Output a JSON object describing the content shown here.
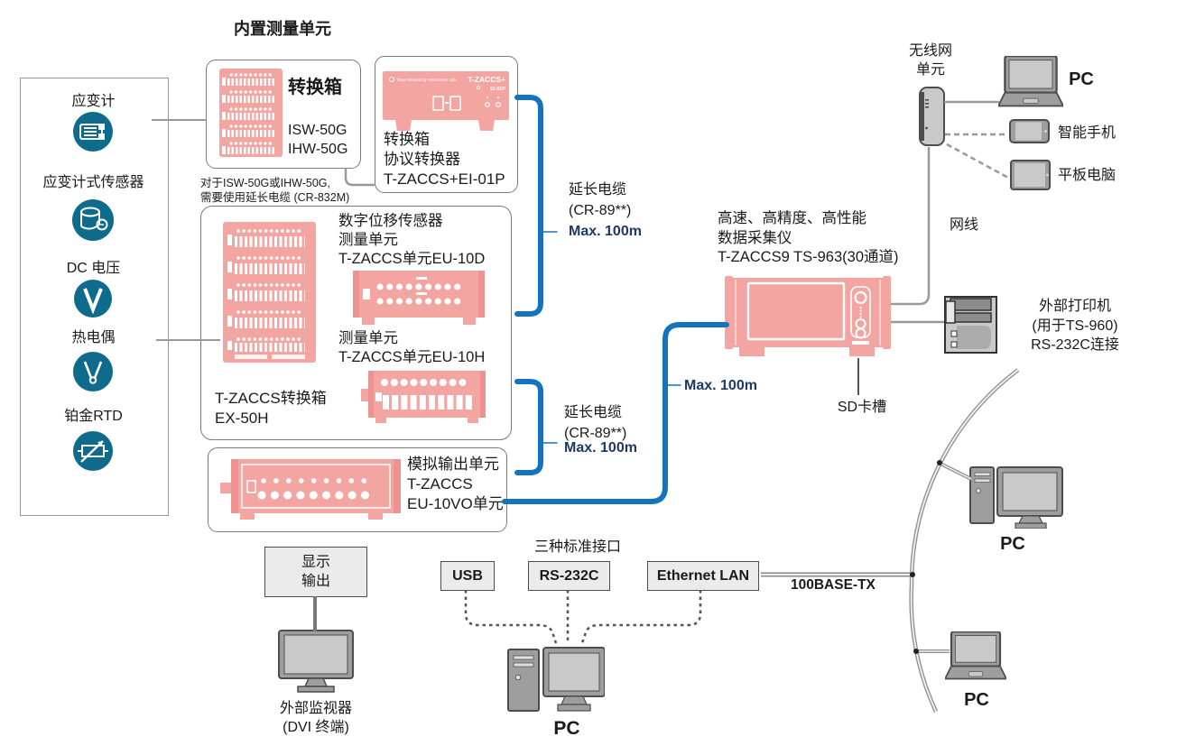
{
  "diagram": {
    "title": "内置测量单元",
    "sensors": [
      {
        "label": "应变计"
      },
      {
        "label": "应变计式传感器"
      },
      {
        "label": "DC 电压"
      },
      {
        "label": "热电偶"
      },
      {
        "label": "铂金RTD"
      }
    ],
    "converter_box": {
      "title": "转换箱",
      "models": "ISW-50G\nIHW-50G"
    },
    "converter_note": "对于ISW-50G或IHW-50G,\n需要使用延长电缆 (CR-832M)",
    "protocol_converter": {
      "label": "转换箱\n协议转换器\nT-ZACCS+EI-01P",
      "device_brand": "T-ZACCS+",
      "device_model": "EI-01P",
      "device_maker": "Tokyo Measuring Instruments Lab."
    },
    "measuring_box": {
      "eu10d": "数字位移传感器\n测量单元\nT-ZACCS单元EU-10D",
      "eu10h": "测量单元\nT-ZACCS单元EU-10H",
      "rack": "T-ZACCS转换箱\nEX-50H"
    },
    "analog_output": "模拟输出单元\nT-ZACCS\nEU-10VO单元",
    "cables": {
      "ext_top": "延长电缆\n(CR-89**)",
      "ext_top_max": "Max. 100m",
      "ext_bottom": "延长电缆\n(CR-89**)",
      "ext_bottom_max": "Max. 100m",
      "main_max": "Max. 100m"
    },
    "logger": {
      "title": "高速、高精度、高性能\n数据采集仪\nT-ZACCS9 TS-963(30通道)",
      "sd_slot": "SD卡槽"
    },
    "wireless": {
      "unit": "无线网\n单元",
      "pc": "PC",
      "smartphone": "智能手机",
      "tablet": "平板电脑",
      "lan_cable": "网线"
    },
    "printer": "外部打印机\n(用于TS-960)\nRS-232C连接",
    "display_output": {
      "box": "显示\n输出",
      "monitor": "外部监视器\n(DVI 终端)"
    },
    "interfaces": {
      "title": "三种标准接口",
      "usb": "USB",
      "rs232c": "RS-232C",
      "ethernet": "Ethernet LAN",
      "lan_standard": "100BASE-TX",
      "pc": "PC"
    },
    "lan": {
      "pc_desktop": "PC",
      "pc_laptop": "PC"
    },
    "colors": {
      "device_pink": "#F3A5A2",
      "sensor_teal": "#0F6B8B",
      "cable_blue": "#1573BE",
      "max_navy": "#1F3864",
      "line_gray": "#999999"
    }
  }
}
